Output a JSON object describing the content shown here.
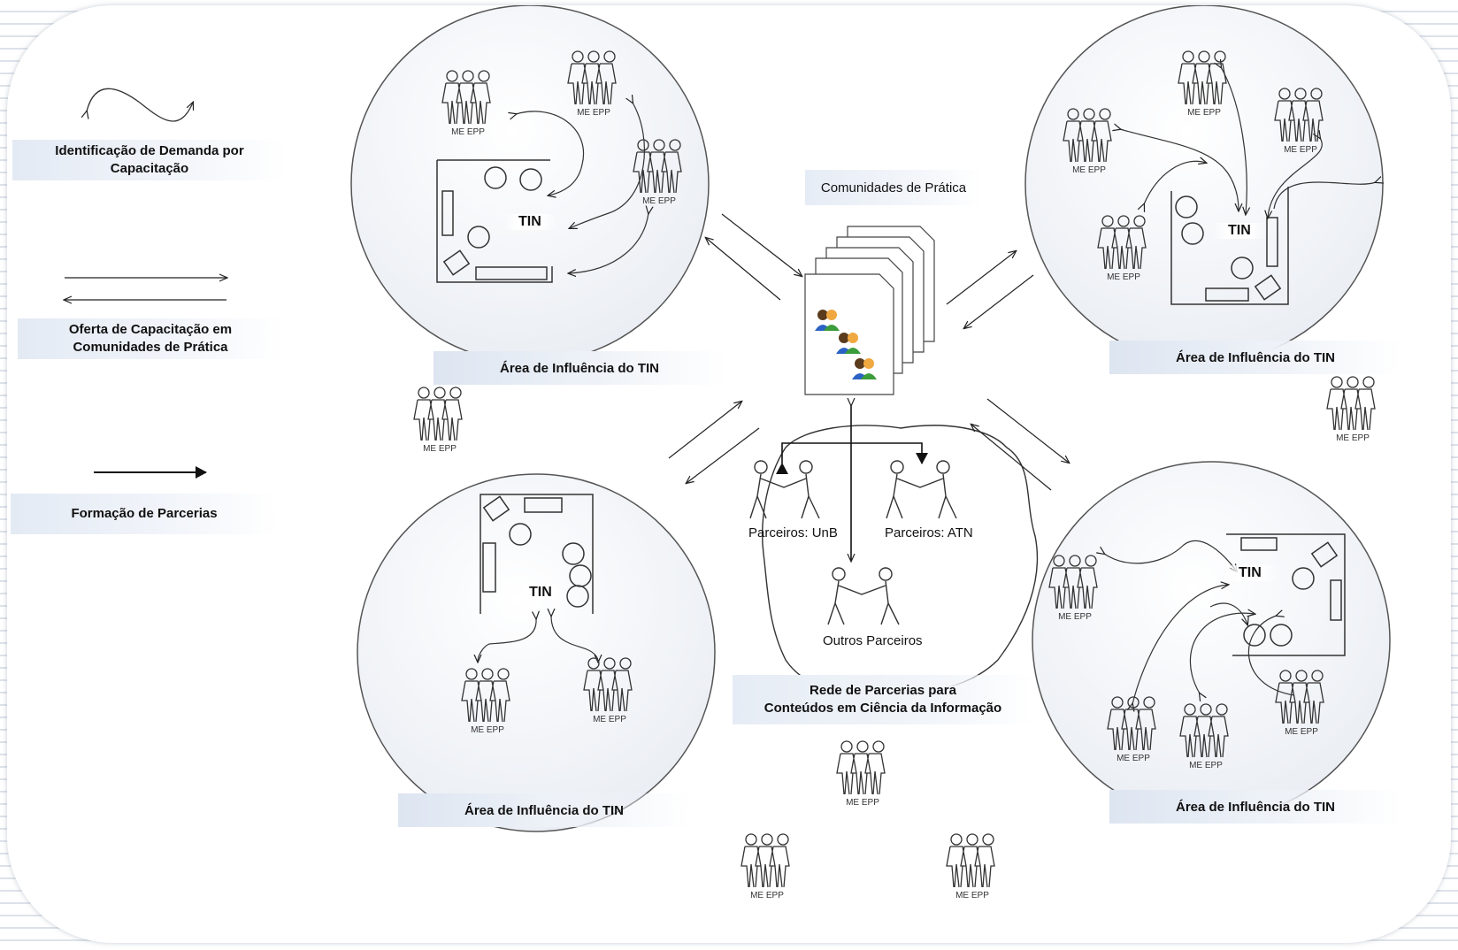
{
  "legend": {
    "demand_label": "Identificação de Demanda por\nCapacitação",
    "offer_label": "Oferta de Capacitação em\nComunidades de Prática",
    "partnership_label": "Formação de Parcerias"
  },
  "influence_caption": "Área de Influência do TIN",
  "tin_label": "TIN",
  "group_label": "ME EPP",
  "center": {
    "communities_label": "Comunidades de Prática",
    "partner_unb": "Parceiros: UnB",
    "partner_atn": "Parceiros: ATN",
    "other_partners": "Outros Parceiros",
    "network_caption": "Rede de Parcerias para\nConteúdos em Ciência da Informação"
  },
  "colors": {
    "frame_bg": "#ffffff",
    "caption_blue": "#dde5f1",
    "line": "#222222",
    "circle_fill": "#f6f8fb"
  }
}
